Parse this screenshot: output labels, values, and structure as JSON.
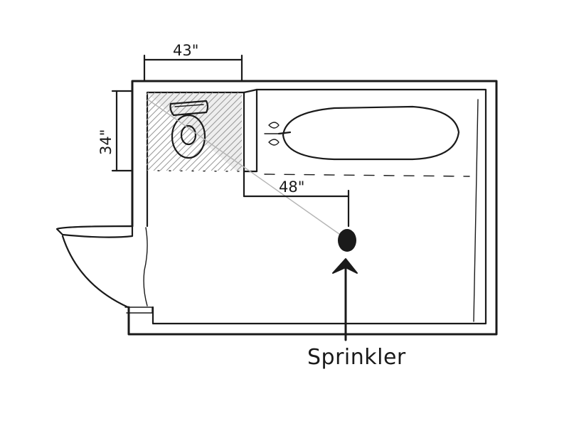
{
  "plan": {
    "dimensions": {
      "width_top": "43\"",
      "depth_left": "34\"",
      "clearance": "48\""
    },
    "callout": {
      "label": "Sprinkler"
    }
  },
  "colors": {
    "ink": "#1a1a1a",
    "hatch": "#9a9a9a",
    "coverage_line": "#b5b5b5",
    "paper": "#ffffff"
  },
  "symbols": [
    "toilet-icon",
    "bathtub-icon",
    "faucet-icon",
    "door-swing-icon",
    "sprinkler-head-icon",
    "arrow-up-icon"
  ]
}
